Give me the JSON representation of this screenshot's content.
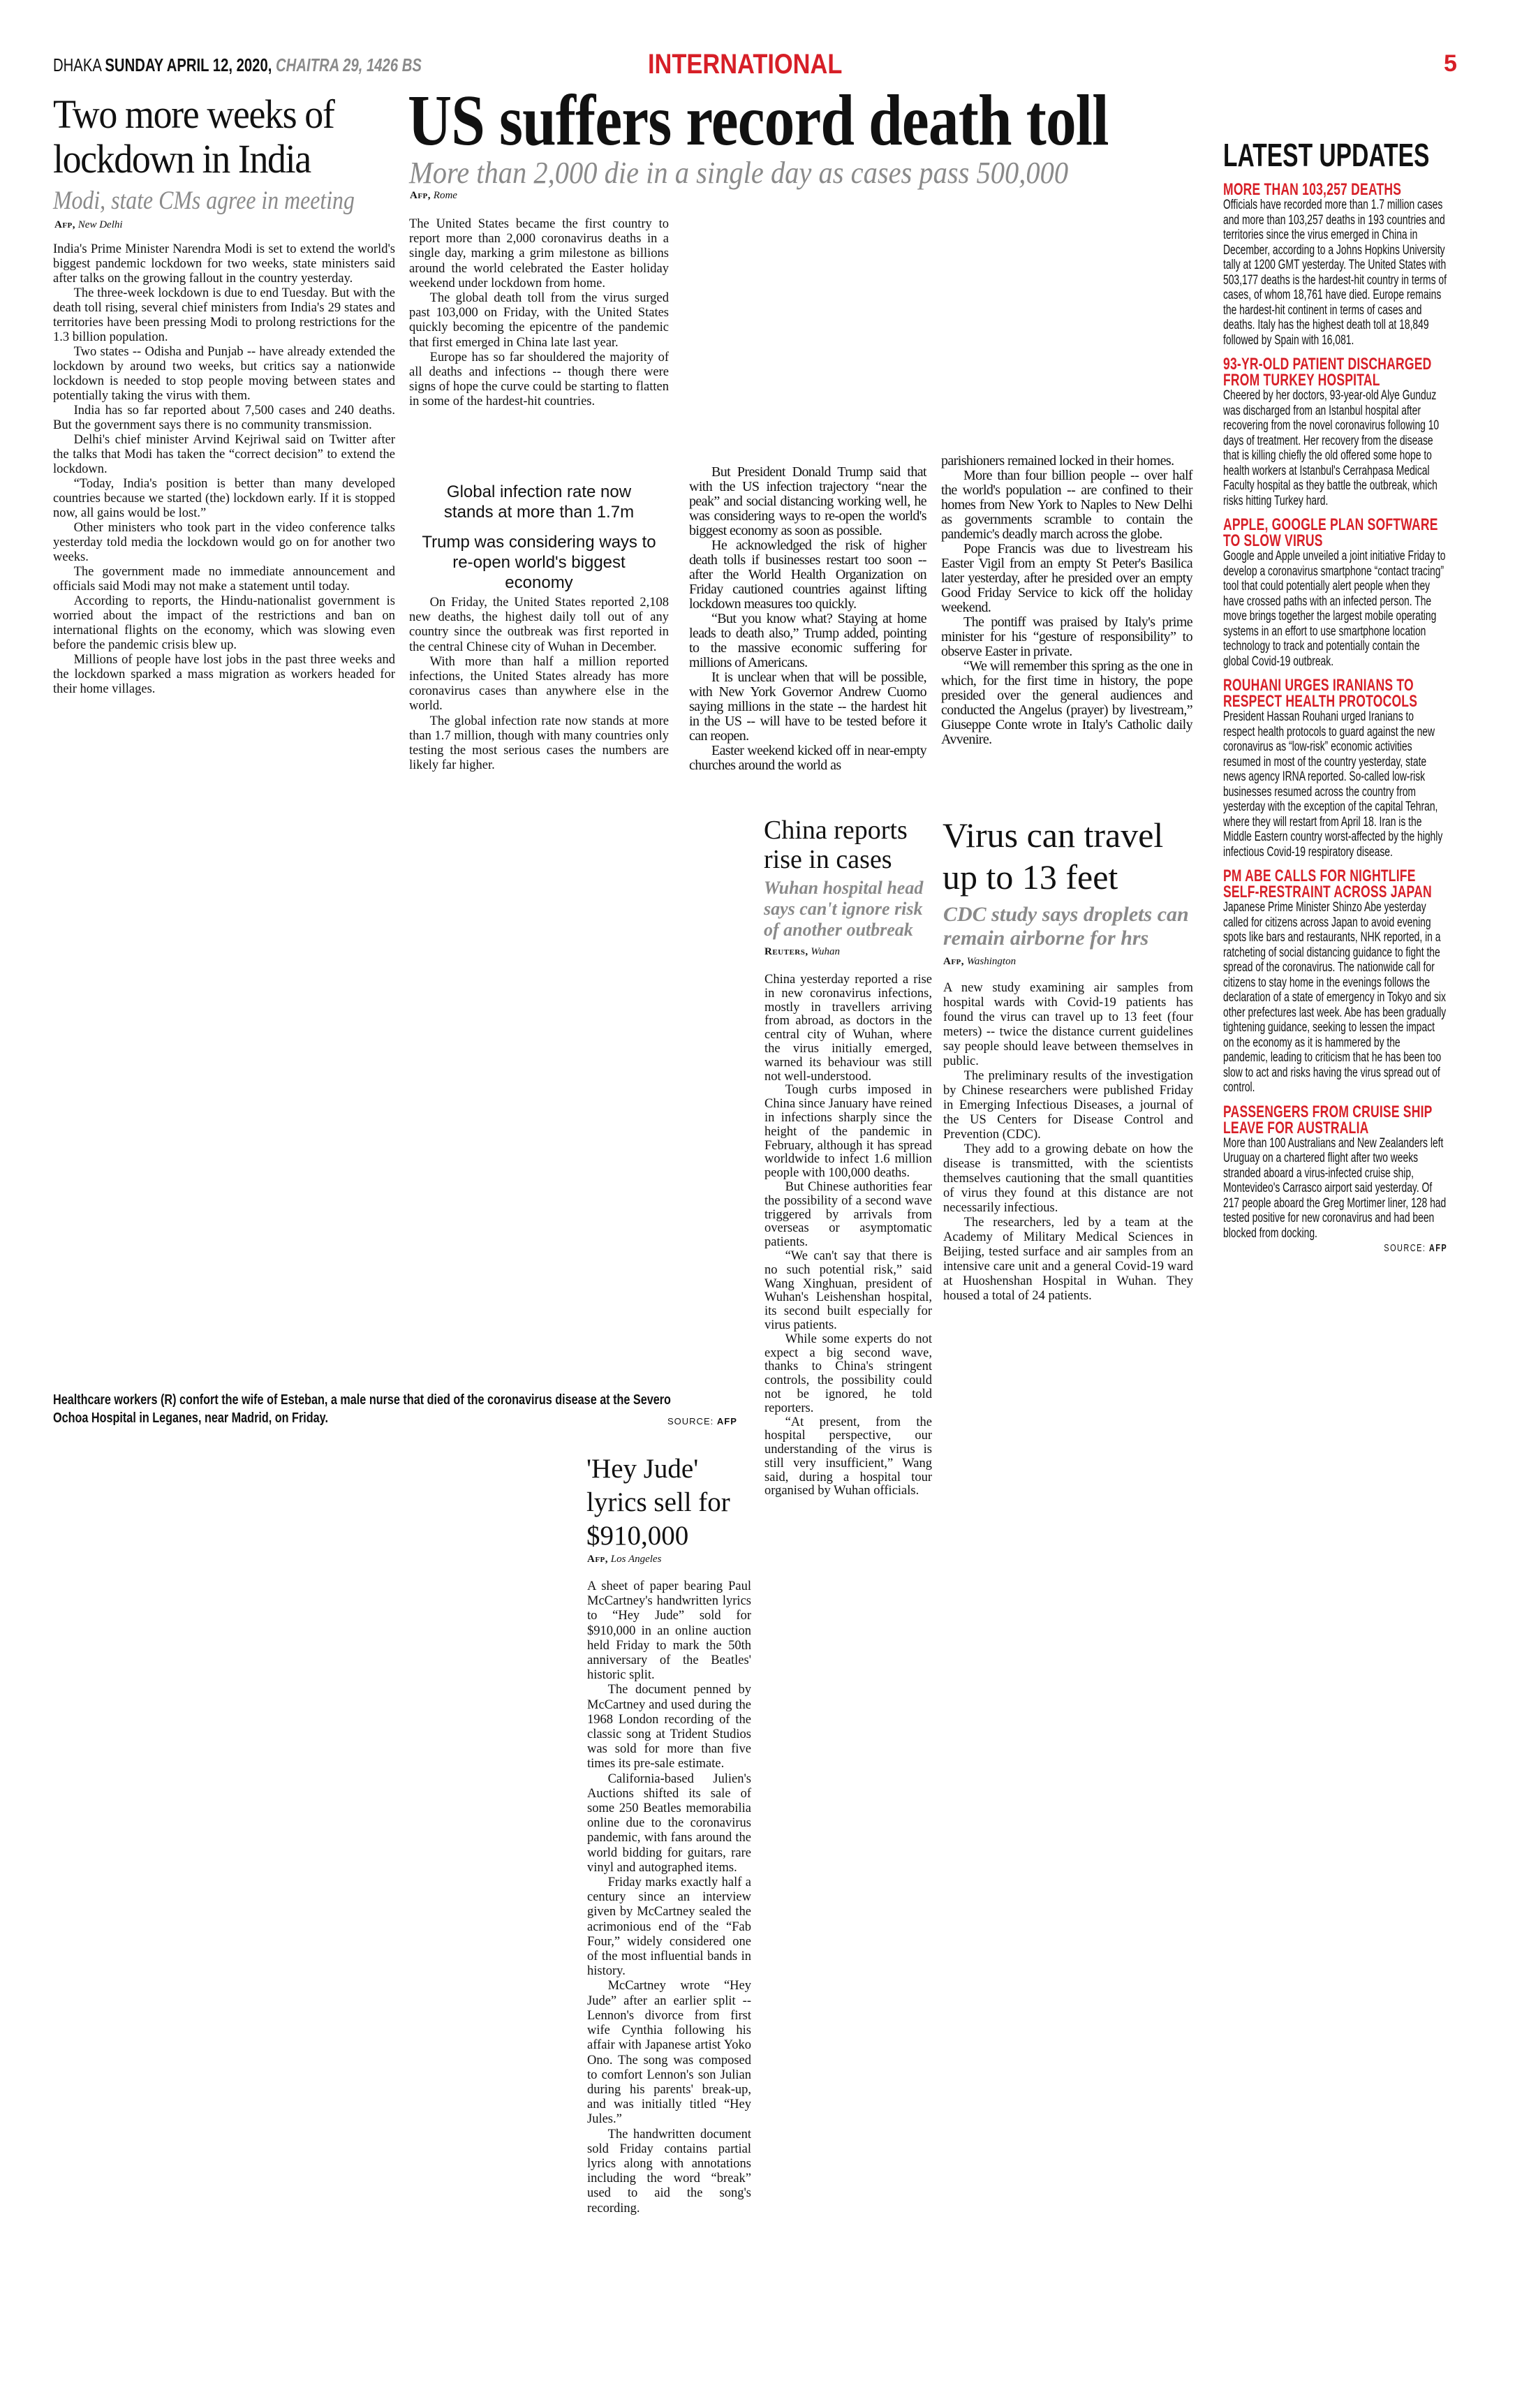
{
  "masthead": {
    "city": "DHAKA",
    "date": "SUNDAY APRIL 12, 2020,",
    "bangla_date": "CHAITRA 29, 1426 BS",
    "section": "INTERNATIONAL",
    "page_number": "5",
    "accent_color": "#d71f27"
  },
  "india": {
    "headline": "Two more weeks of lockdown in India",
    "subhead": "Modi, state CMs agree in meeting",
    "agency": "Afp,",
    "place": "New Delhi",
    "paragraphs": [
      "India's Prime Minister Narendra Modi is set to extend the world's biggest pandemic lockdown for two weeks, state ministers said after talks on the growing fallout in the country yesterday.",
      "The three-week lockdown is due to end Tuesday. But with the death toll rising, several chief ministers from India's 29 states and territories have been pressing Modi to prolong restrictions for the 1.3 billion population.",
      "Two states -- Odisha and Punjab -- have already extended the lockdown by around two weeks, but critics say a nationwide lockdown is needed to stop people moving between states and potentially taking the virus with them.",
      "India has so far reported about 7,500 cases and 240 deaths. But the government says there is no community transmission.",
      "Delhi's chief minister Arvind Kejriwal said on Twitter after the talks that Modi has taken the “correct decision” to extend the lockdown.",
      "“Today, India's position is better than many developed countries because we started (the) lockdown early. If it is stopped now, all gains would be lost.”",
      "Other ministers who took part in the video conference talks yesterday told media the lockdown would go on for another two weeks.",
      "The government made no immediate announcement and officials said Modi may not make a statement until today.",
      "According to reports, the Hindu-nationalist government is worried about the impact of the restrictions and ban on international flights on the economy, which was slowing even before the pandemic crisis blew up.",
      "Millions of people have lost jobs in the past three weeks and the lockdown sparked a mass migration as workers headed for their home villages."
    ]
  },
  "us": {
    "headline": "US suffers record death toll",
    "subhead": "More than 2,000 die in a single day as cases pass 500,000",
    "agency": "Afp,",
    "place": "Rome",
    "col1a": [
      "The United States became the first country to report more than 2,000 coronavirus deaths in a single day, marking a grim milestone as billions around the world celebrated the Easter holiday weekend under lockdown from home.",
      "The global death toll from the virus surged past 103,000 on Friday, with the United States quickly becoming the epicentre of the pandemic that first emerged in China late last year.",
      "Europe has so far shouldered the majority of all deaths and infections -- though there were signs of hope the curve could be starting to flatten in some of the hardest-hit countries."
    ],
    "pullquotes": [
      "Global infection rate now stands at more than 1.7m",
      "Trump was considering ways to re-open world's biggest economy"
    ],
    "col1b": [
      "On Friday, the United States reported 2,108 new deaths, the highest daily toll out of any country since the outbreak was first reported in the central Chinese city of Wuhan in December.",
      "With more than half a million reported infections, the United States already has more coronavirus cases than anywhere else in the world.",
      "The global infection rate now stands at more than 1.7 million, though with many countries only testing the most serious cases the numbers are likely far higher."
    ],
    "col2": [
      "But President Donald Trump said that with the US infection trajectory “near the peak” and social distancing working well, he was considering ways to re-open the world's biggest economy as soon as possible.",
      "He acknowledged the risk of higher death tolls if businesses restart too soon -- after the World Health Organization on Friday cautioned countries against lifting lockdown measures too quickly.",
      "“But you know what? Staying at home leads to death also,” Trump added, pointing to the massive economic suffering for millions of Americans.",
      "It is unclear when that will be possible, with New York Governor Andrew Cuomo saying millions in the state -- the hardest hit in the US -- will have to be tested before it can reopen.",
      "Easter weekend kicked off in near-empty churches around the world as"
    ],
    "col3": [
      "parishioners remained locked in their homes.",
      "More than four billion people -- over half the world's population -- are confined to their homes from New York to Naples to New Delhi as governments scramble to contain the pandemic's deadly march across the globe.",
      "Pope Francis was due to livestream his Easter Vigil from an empty St Peter's Basilica later yesterday, after he presided over an empty Good Friday Service to kick off the holiday weekend.",
      "The pontiff was praised by Italy's prime minister for his “gesture of responsibility” to observe Easter in private.",
      "“We will remember this spring as the one in which, for the first time in history, the pope presided over the general audiences and conducted the Angelus (prayer) by livestream,” Giuseppe Conte wrote in Italy's Catholic daily Avvenire."
    ]
  },
  "photo": {
    "caption": "Healthcare workers (R) confort the wife of Esteban, a male nurse that died of the coronavirus disease at the Severo Ochoa Hospital in Leganes, near Madrid, on Friday.",
    "source_label": "SOURCE:",
    "source": "AFP"
  },
  "china": {
    "headline": "China reports rise in cases",
    "subhead": "Wuhan hospital head says can't ignore risk of another outbreak",
    "agency": "Reuters,",
    "place": "Wuhan",
    "paragraphs": [
      "China yesterday reported a rise in new coronavirus infections, mostly in travellers arriving from abroad, as doctors in the central city of Wuhan, where the virus initially emerged, warned its behaviour was still not well-understood.",
      "Tough curbs imposed in China since January have reined in infections sharply since the height of the pandemic in February, although it has spread worldwide to infect 1.6 million people with 100,000 deaths.",
      "But Chinese authorities fear the possibility of a second wave triggered by arrivals from overseas or asymptomatic patients.",
      "“We can't say that there is no such potential risk,” said Wang Xinghuan, president of Wuhan's Leishenshan hospital, its second built especially for virus patients.",
      "While some experts do not expect a big second wave, thanks to China's stringent controls, the possibility could not be ignored, he told reporters.",
      "“At present, from the hospital perspective, our understanding of the virus is still very insufficient,” Wang said, during a hospital tour organised by Wuhan officials."
    ]
  },
  "virus": {
    "headline": "Virus can travel up to 13 feet",
    "subhead": "CDC study says droplets can remain airborne for hrs",
    "agency": "Afp,",
    "place": "Washington",
    "paragraphs": [
      "A new study examining air samples from hospital wards with Covid-19 patients has found the virus can travel up to 13 feet (four meters) -- twice the distance current guidelines say people should leave between themselves in public.",
      "The preliminary results of the investigation by Chinese researchers were published Friday in Emerging Infectious Diseases, a journal of the US Centers for Disease Control and Prevention (CDC).",
      "They add to a growing debate on how the disease is transmitted, with the scientists themselves cautioning that the small quantities of virus they found at this distance are not necessarily infectious.",
      "The researchers, led by a team at the Academy of Military Medical Sciences in Beijing, tested surface and air samples from an intensive care unit and a general Covid-19 ward at Huoshenshan Hospital in Wuhan. They housed a total of 24 patients."
    ]
  },
  "heyjude": {
    "headline": "'Hey Jude' lyrics sell for $910,000",
    "agency": "Afp,",
    "place": "Los Angeles",
    "paragraphs": [
      "A sheet of paper bearing Paul McCartney's handwritten lyrics to “Hey Jude” sold for $910,000 in an online auction held Friday to mark the 50th anniversary of the Beatles' historic split.",
      "The document penned by McCartney and used during the 1968 London recording of the classic song at Trident Studios was sold for more than five times its pre-sale estimate.",
      "California-based Julien's Auctions shifted its sale of some 250 Beatles memorabilia online due to the coronavirus pandemic, with fans around the world bidding for guitars, rare vinyl and autographed items.",
      "Friday marks exactly half a century since an interview given by McCartney sealed the acrimonious end of the “Fab Four,” widely considered one of the most influential bands in history.",
      "McCartney wrote “Hey Jude” after an earlier split -- Lennon's divorce from first wife Cynthia following his affair with Japanese artist Yoko Ono. The song was composed to comfort Lennon's son Julian during his parents' break-up, and was initially titled “Hey Jules.”",
      "The handwritten document sold Friday contains partial lyrics along with annotations including the word “break” used to aid the song's recording."
    ]
  },
  "updates": {
    "title": "LATEST UPDATES",
    "items": [
      {
        "heading": "MORE THAN 103,257 DEATHS",
        "body": "Officials have recorded more than 1.7 million cases and more than 103,257 deaths in 193 countries and territories since the virus emerged in China in December, according to a Johns Hopkins University tally at 1200 GMT yesterday. The United States with 503,177 deaths is the hardest-hit country in terms of cases, of whom 18,761 have died. Europe remains the hardest-hit continent in terms of cases and deaths. Italy has the highest death toll at 18,849 followed by Spain with 16,081."
      },
      {
        "heading": "93-YR-OLD PATIENT DISCHARGED FROM TURKEY HOSPITAL",
        "body": "Cheered by her doctors, 93-year-old Alye Gunduz was discharged from an Istanbul hospital after recovering from the novel coronavirus following 10 days of treatment. Her recovery from the disease that is killing chiefly the old offered some hope to health workers at Istanbul's Cerrahpasa Medical Faculty hospital as they battle the outbreak, which risks hitting Turkey hard."
      },
      {
        "heading": "APPLE, GOOGLE PLAN SOFTWARE TO SLOW VIRUS",
        "body": "Google and Apple unveiled a joint initiative Friday to develop a coronavirus smartphone “contact tracing” tool that could potentially alert people when they have crossed paths with an infected person. The move brings together the largest mobile operating systems in an effort to use smartphone location technology to track and potentially contain the global Covid-19 outbreak."
      },
      {
        "heading": "ROUHANI URGES IRANIANS TO RESPECT HEALTH PROTOCOLS",
        "body": "President Hassan Rouhani urged Iranians to respect health protocols to guard against the new coronavirus as “low-risk” economic activities resumed in most of the country yesterday, state news agency IRNA reported. So-called low-risk businesses resumed across the country from yesterday with the exception of the capital Tehran, where they will restart from April 18. Iran is the Middle Eastern country worst-affected by the highly infectious Covid-19 respiratory disease."
      },
      {
        "heading": "PM ABE CALLS FOR NIGHTLIFE SELF-RESTRAINT ACROSS JAPAN",
        "body": "Japanese Prime Minister Shinzo Abe yesterday called for citizens across Japan to avoid evening spots like bars and restaurants, NHK reported, in a ratcheting of social distancing guidance to fight the spread of the coronavirus. The nationwide call for citizens to stay home in the evenings follows the declaration of a state of emergency in Tokyo and six other prefectures last week. Abe has been gradually tightening guidance, seeking to lessen the impact on the economy as it is hammered by the pandemic, leading to criticism that he has been too slow to act and risks having the virus spread out of control."
      },
      {
        "heading": "PASSENGERS FROM CRUISE SHIP LEAVE FOR AUSTRALIA",
        "body": "More than 100 Australians and New Zealanders left Uruguay on a chartered flight after two weeks stranded aboard a virus-infected cruise ship, Montevideo's Carrasco airport said yesterday. Of 217 people aboard the Greg Mortimer liner, 128 had tested positive for new coronavirus and had been blocked from docking."
      }
    ],
    "source_label": "SOURCE:",
    "source": "AFP"
  }
}
